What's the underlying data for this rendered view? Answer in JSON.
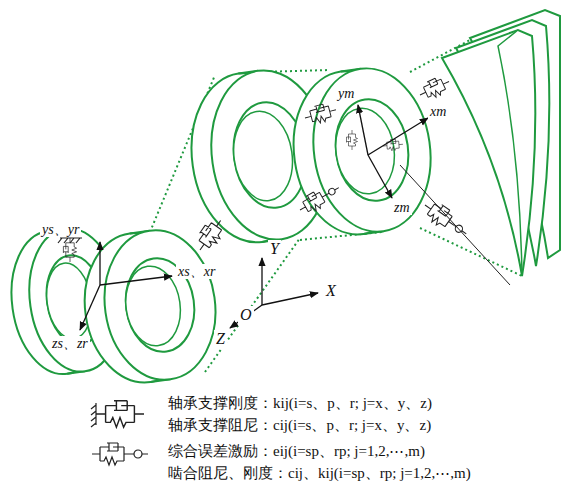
{
  "diagram": {
    "labels": [
      "ys、yr",
      "xs、xr",
      "zs、zr",
      "ym",
      "xm",
      "zm",
      "Y",
      "X",
      "Z",
      "O"
    ],
    "legend": [
      {
        "text": "轴承支撑刚度：kij(i=s、p、r; j=x、y、z)"
      },
      {
        "text": "轴承支撑阻尼：cij(i=s、p、r; j=x、y、z)"
      },
      {
        "text": "综合误差激励：eij(i=sp、rp; j=1,2,⋯,m)"
      },
      {
        "text": "啮合阻尼、刚度：cij、kij(i=sp、rp; j=1,2,⋯,m)"
      }
    ]
  }
}
